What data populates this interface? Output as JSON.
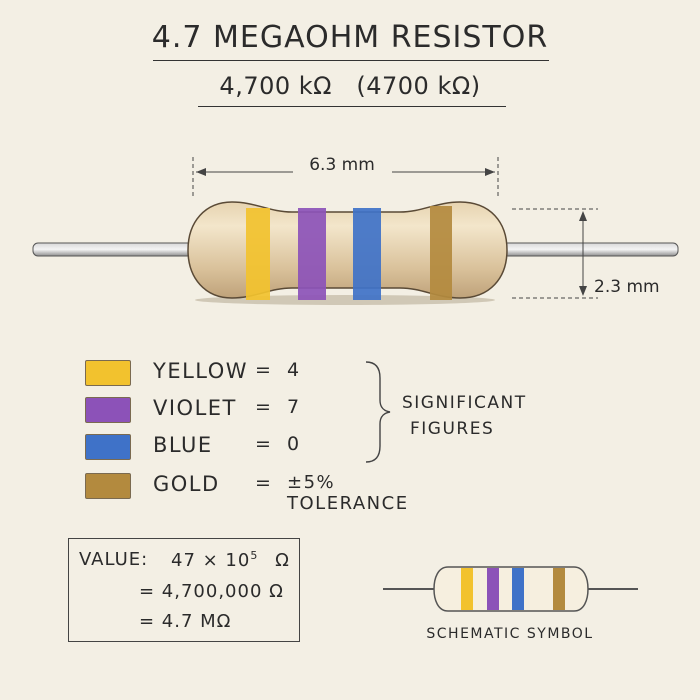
{
  "title": "4.7 MEGAOHM RESISTOR",
  "subtitle": "4,700 kΩ   (4700 kΩ)",
  "dimensions": {
    "length": "6.3 mm",
    "diameter": "2.3 mm"
  },
  "bands": [
    {
      "color": "#f2c22e"
    },
    {
      "color": "#8c52b8"
    },
    {
      "color": "#3f72c8"
    },
    {
      "color": "#b38a3e"
    }
  ],
  "legend": [
    {
      "name": "YELLOW",
      "equals": "=",
      "value": "4",
      "swatch": "#f2c22e"
    },
    {
      "name": "VIOLET",
      "equals": "=",
      "value": "7",
      "swatch": "#8c52b8"
    },
    {
      "name": "BLUE",
      "equals": "=",
      "value": "0",
      "swatch": "#3f72c8"
    },
    {
      "name": "GOLD",
      "equals": "=",
      "value": "±5% TOLERANCE",
      "swatch": "#b38a3e"
    }
  ],
  "significant_figures": {
    "line1": "SIGNIFICANT",
    "line2": "FIGURES"
  },
  "value_box": {
    "label": "VALUE:",
    "base": "47 × 10",
    "exponent": "5",
    "unit": "Ω",
    "line2": "= 4,700,000 Ω",
    "line3": "= 4.7 MΩ"
  },
  "schematic_label": "SCHEMATIC SYMBOL"
}
